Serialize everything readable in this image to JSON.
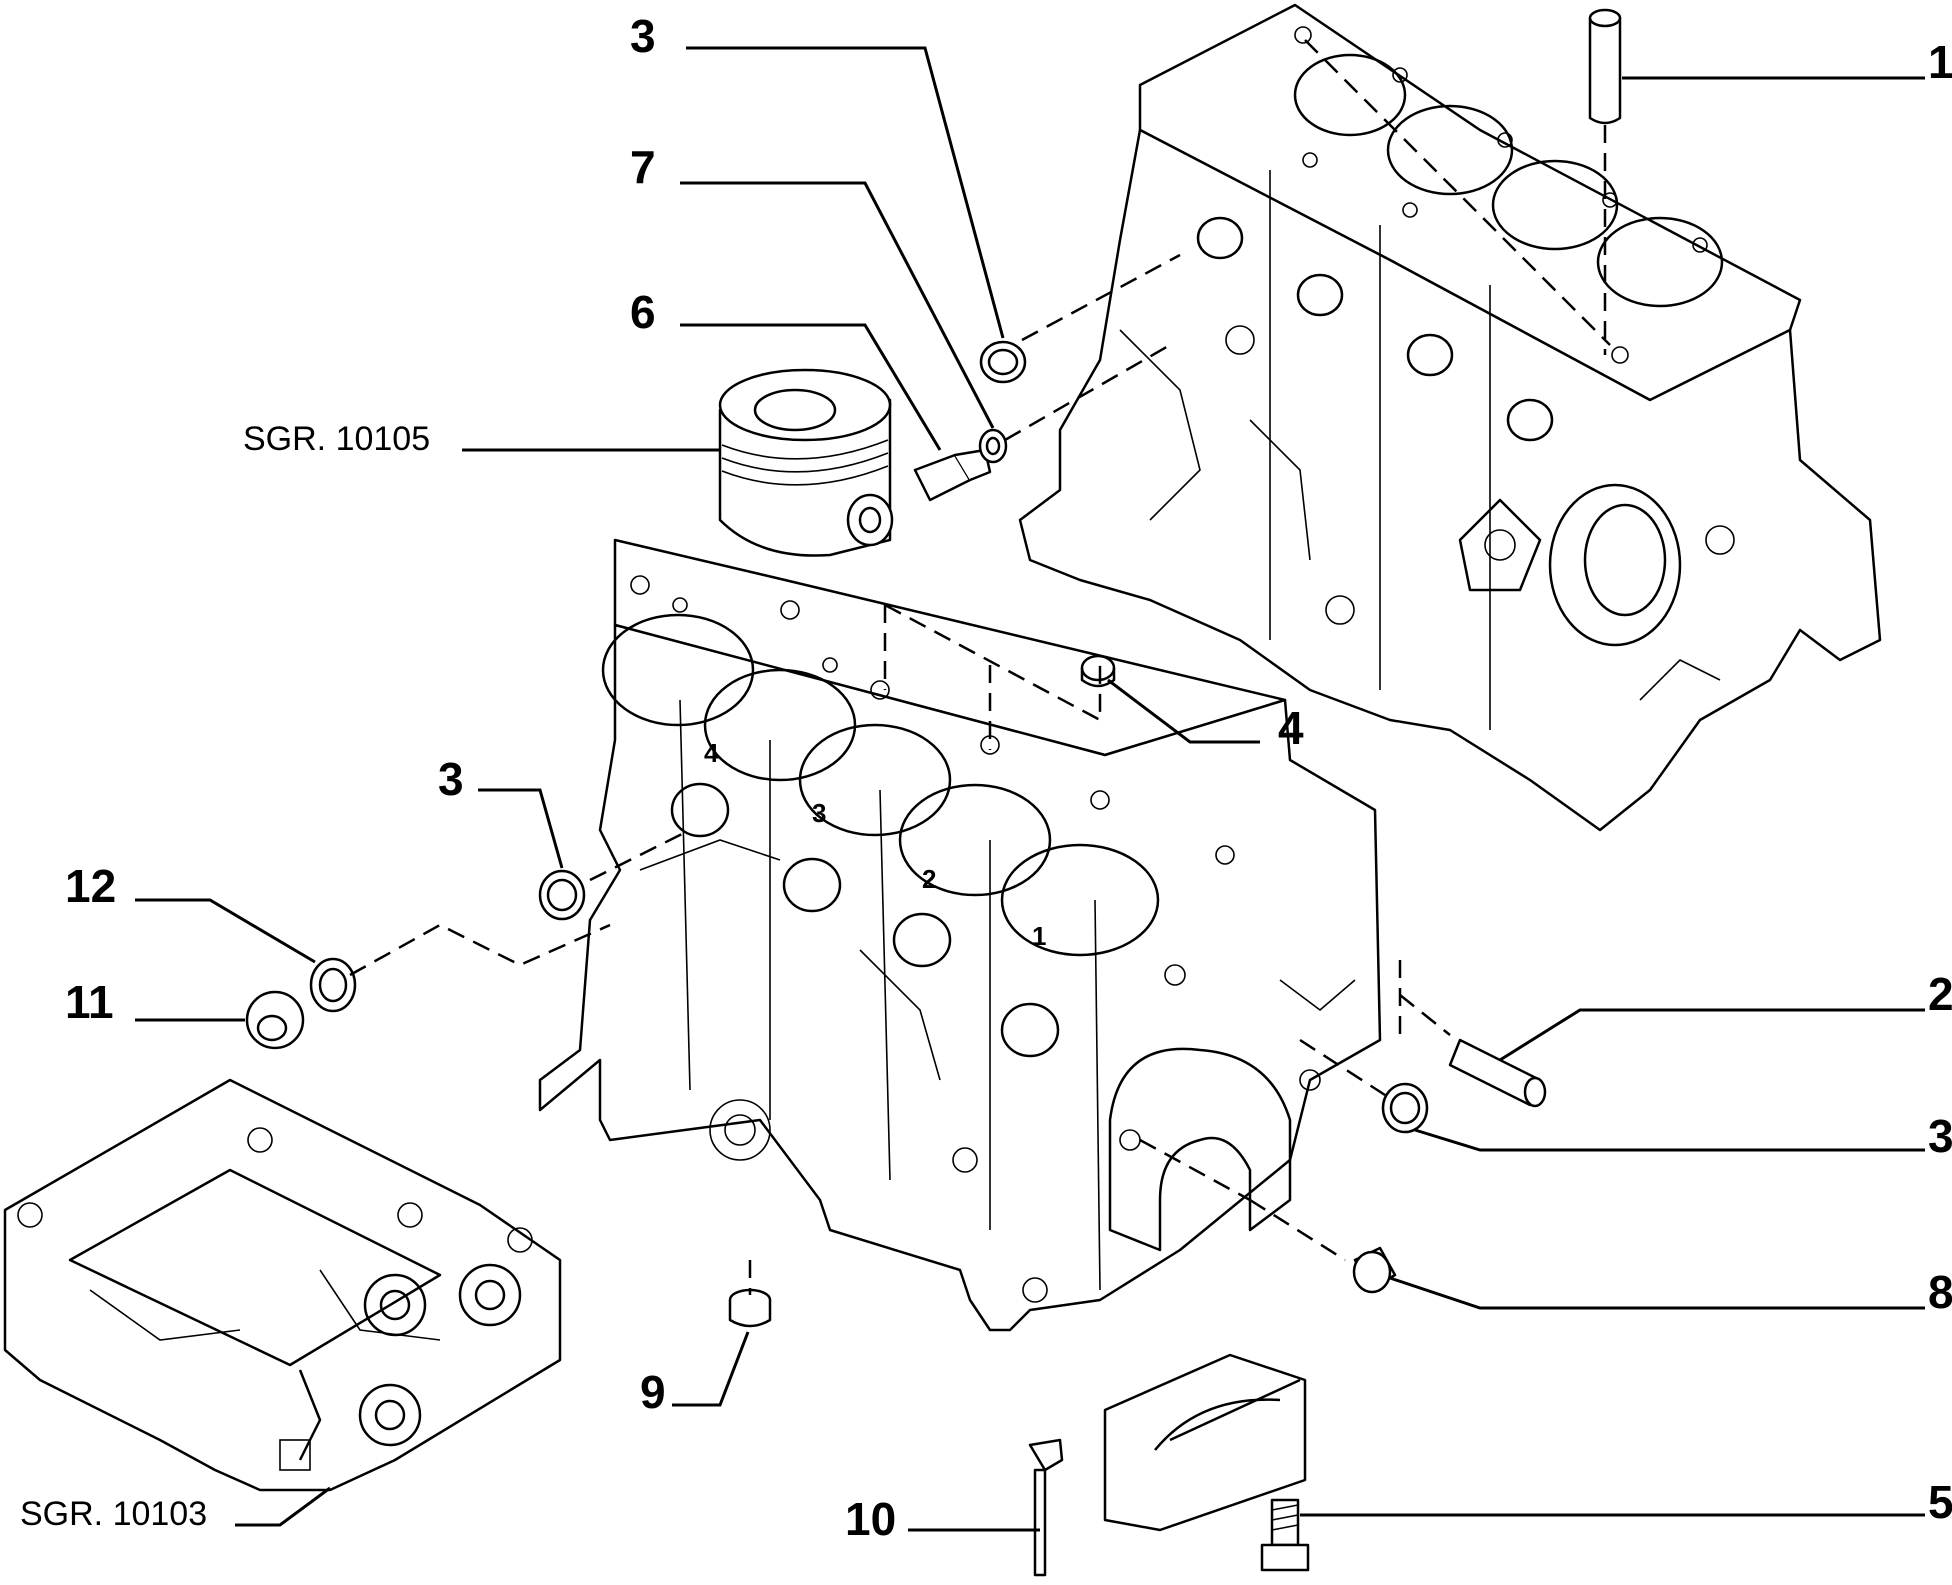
{
  "callouts": [
    {
      "id": "c1",
      "text": "1"
    },
    {
      "id": "c2",
      "text": "2"
    },
    {
      "id": "c3a",
      "text": "3"
    },
    {
      "id": "c3b",
      "text": "3"
    },
    {
      "id": "c3c",
      "text": "3"
    },
    {
      "id": "c4",
      "text": "4"
    },
    {
      "id": "c5",
      "text": "5"
    },
    {
      "id": "c6",
      "text": "6"
    },
    {
      "id": "c7",
      "text": "7"
    },
    {
      "id": "c8",
      "text": "8"
    },
    {
      "id": "c9",
      "text": "9"
    },
    {
      "id": "c10",
      "text": "10"
    },
    {
      "id": "c11",
      "text": "11"
    },
    {
      "id": "c12",
      "text": "12"
    }
  ],
  "references": {
    "piston": "SGR. 10105",
    "oil_pump_frame": "SGR. 10103"
  },
  "cylinder_numbers": [
    "4",
    "3",
    "2",
    "1"
  ]
}
